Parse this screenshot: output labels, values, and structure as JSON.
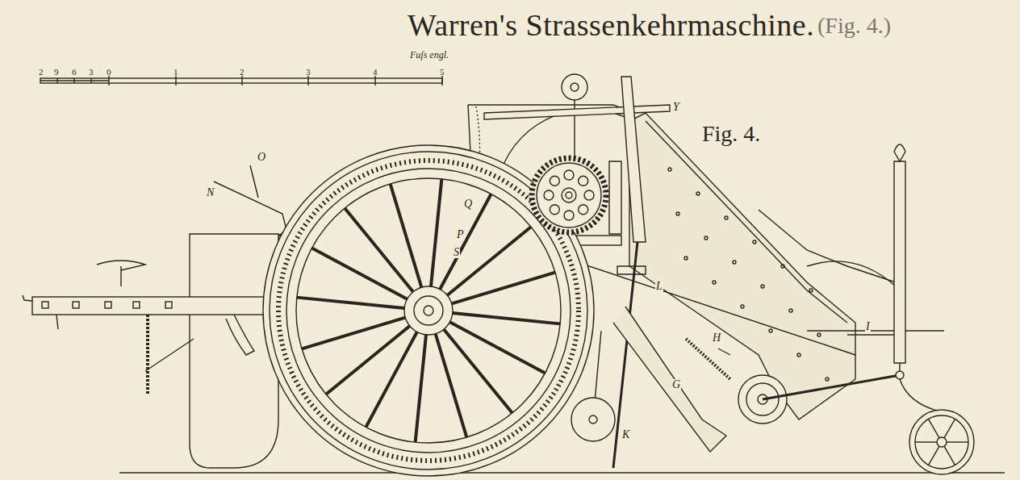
{
  "diagram": {
    "title": "Warren's Strassenkehrmaschine.",
    "labels": [
      "(Fig. 4.)",
      "Fig. 4.",
      "Fuſs engl.",
      "2",
      "9",
      "6",
      "3",
      "0",
      "1",
      "2",
      "3",
      "4",
      "5",
      "N",
      "O",
      "Q",
      "P",
      "S",
      "Y",
      "L",
      "H",
      "G",
      "K",
      "I"
    ]
  }
}
